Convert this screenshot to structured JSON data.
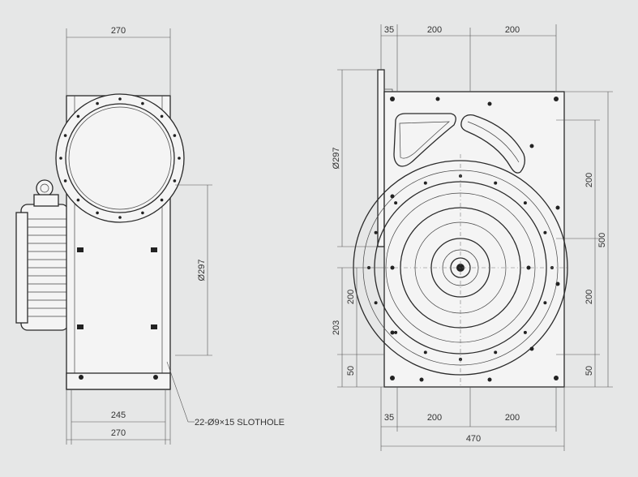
{
  "left_view": {
    "top_width": "270",
    "diameter": "Ø297",
    "base_inner": "245",
    "base_outer": "270",
    "slothole_note": "22-Ø9×15 SLOTHOLE"
  },
  "right_view": {
    "top_dims": [
      "35",
      "200",
      "200"
    ],
    "bottom_dims": [
      "35",
      "200",
      "200"
    ],
    "overall_width": "470",
    "left_dims": [
      "Ø297",
      "200",
      "203",
      "50"
    ],
    "right_dims": [
      "200",
      "500",
      "200",
      "50"
    ]
  }
}
